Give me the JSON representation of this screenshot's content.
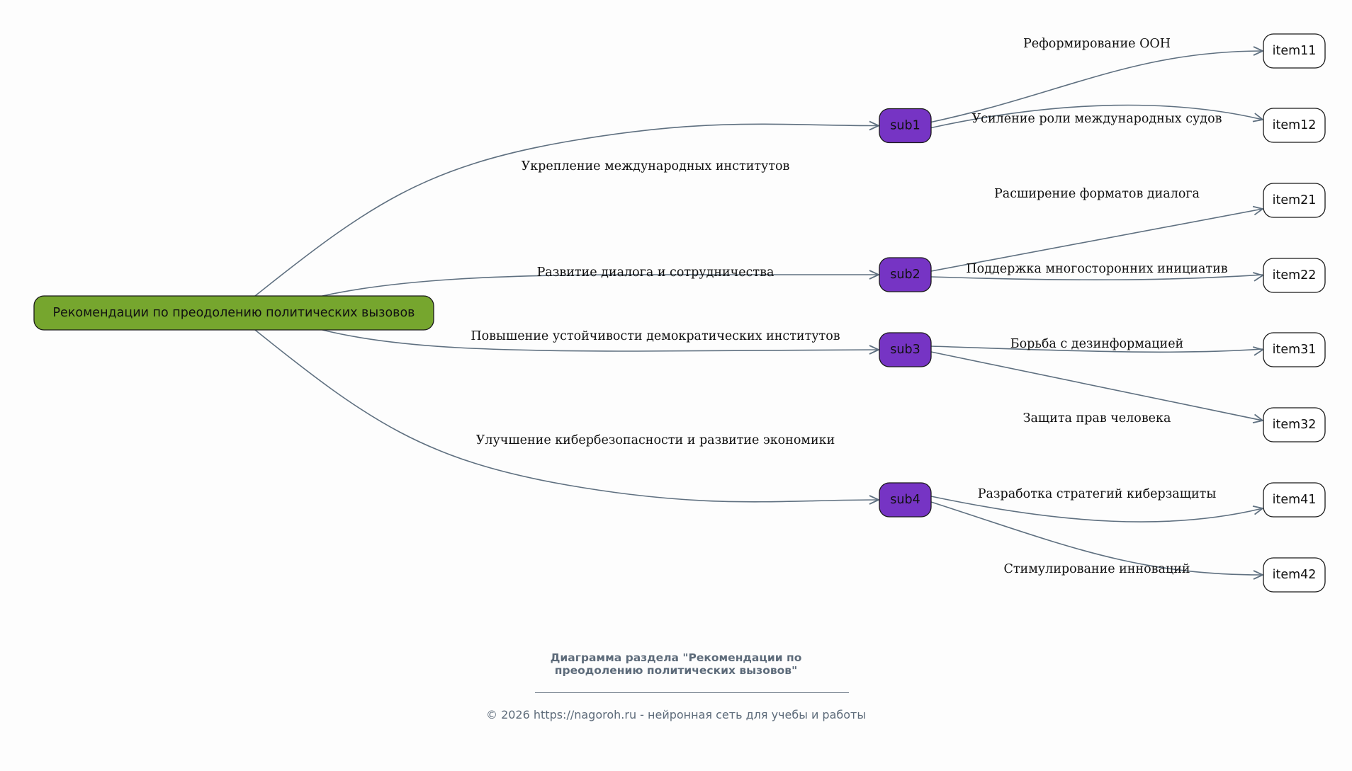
{
  "diagram": {
    "type": "mindmap",
    "colors": {
      "root_fill": "#76a62e",
      "sub_fill": "#7634c4",
      "item_fill": "#ffffff",
      "edge": "#5f7080",
      "footer_text": "#5d6b7a"
    },
    "root": {
      "id": "root",
      "label": "Рекомендации по преодолению политических вызовов"
    },
    "subs": [
      {
        "id": "sub1",
        "label": "sub1",
        "edge_label": "Укрепление международных институтов",
        "items": [
          {
            "id": "item11",
            "label": "item11",
            "edge_label": "Реформирование ООН"
          },
          {
            "id": "item12",
            "label": "item12",
            "edge_label": "Усиление роли международных судов"
          }
        ]
      },
      {
        "id": "sub2",
        "label": "sub2",
        "edge_label": "Развитие диалога и сотрудничества",
        "items": [
          {
            "id": "item21",
            "label": "item21",
            "edge_label": "Расширение форматов диалога"
          },
          {
            "id": "item22",
            "label": "item22",
            "edge_label": "Поддержка многосторонних инициатив"
          }
        ]
      },
      {
        "id": "sub3",
        "label": "sub3",
        "edge_label": "Повышение устойчивости демократических институтов",
        "items": [
          {
            "id": "item31",
            "label": "item31",
            "edge_label": "Борьба с дезинформацией"
          },
          {
            "id": "item32",
            "label": "item32",
            "edge_label": "Защита прав человека"
          }
        ]
      },
      {
        "id": "sub4",
        "label": "sub4",
        "edge_label": "Улучшение кибербезопасности и развитие экономики",
        "items": [
          {
            "id": "item41",
            "label": "item41",
            "edge_label": "Разработка стратегий киберзащиты"
          },
          {
            "id": "item42",
            "label": "item42",
            "edge_label": "Стимулирование инноваций"
          }
        ]
      }
    ]
  },
  "footer": {
    "title_line1": "Диаграмма раздела \"Рекомендации по",
    "title_line2": "преодолению политических вызовов\"",
    "copyright": "© 2026 https://nagoroh.ru - нейронная сеть для учебы и работы"
  }
}
